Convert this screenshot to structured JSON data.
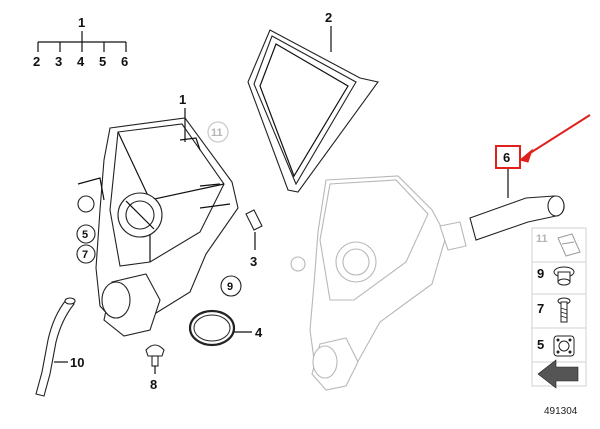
{
  "diagram": {
    "tree": {
      "root": "1",
      "children": [
        "2",
        "3",
        "4",
        "5",
        "6"
      ]
    },
    "callouts": {
      "housing_left": "1",
      "filter": "2",
      "clip": "3",
      "seal_ring": "4",
      "grommet_a": "5",
      "bolt_a": "7",
      "mount": "8",
      "nut_label": "9",
      "hose": "10",
      "ghost": "11",
      "intake_pipe": "6"
    },
    "legend": [
      {
        "num": "11",
        "faded": true
      },
      {
        "num": "9"
      },
      {
        "num": "7"
      },
      {
        "num": "5"
      }
    ],
    "doc_id": "491304",
    "colors": {
      "highlight": "#e0201c",
      "lines": "#111111",
      "faded": "#b5b5b5"
    }
  }
}
